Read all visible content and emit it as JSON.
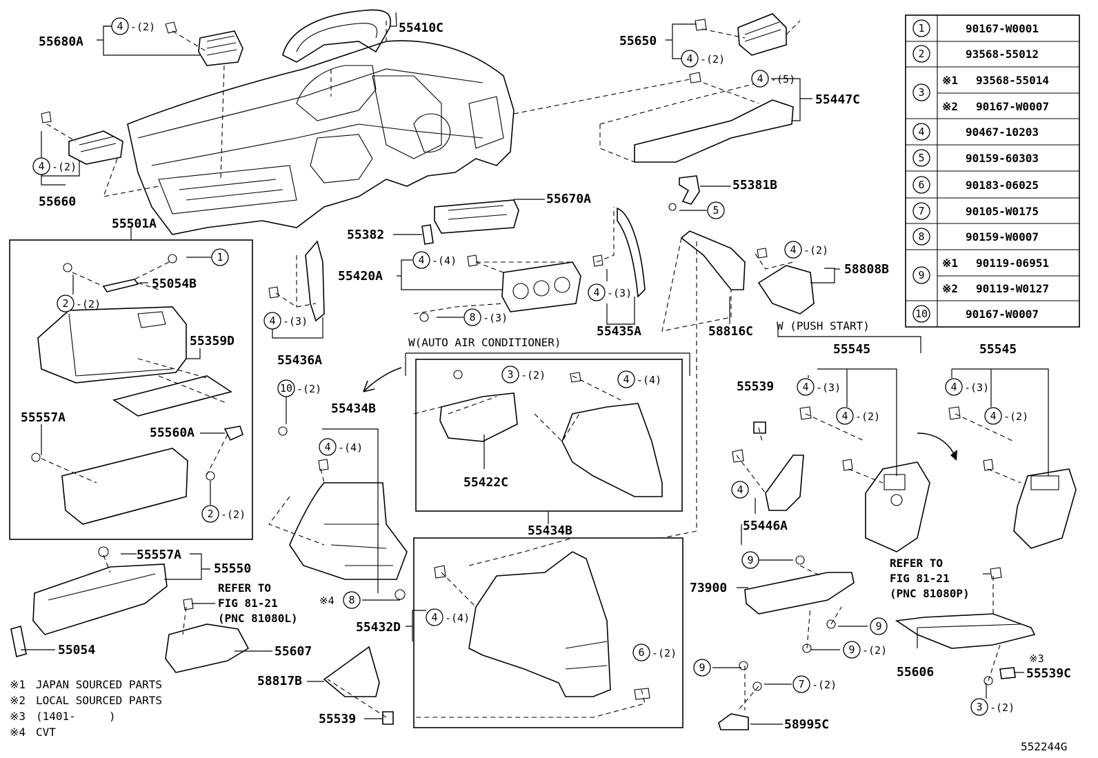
{
  "figure_id": "552244G",
  "table": [
    {
      "key": "1",
      "rows": [
        {
          "mark": "",
          "part": "90167-W0001"
        }
      ]
    },
    {
      "key": "2",
      "rows": [
        {
          "mark": "",
          "part": "93568-55012"
        }
      ]
    },
    {
      "key": "3",
      "rows": [
        {
          "mark": "※1",
          "part": "93568-55014"
        },
        {
          "mark": "※2",
          "part": "90167-W0007"
        }
      ]
    },
    {
      "key": "4",
      "rows": [
        {
          "mark": "",
          "part": "90467-10203"
        }
      ]
    },
    {
      "key": "5",
      "rows": [
        {
          "mark": "",
          "part": "90159-60303"
        }
      ]
    },
    {
      "key": "6",
      "rows": [
        {
          "mark": "",
          "part": "90183-06025"
        }
      ]
    },
    {
      "key": "7",
      "rows": [
        {
          "mark": "",
          "part": "90105-W0175"
        }
      ]
    },
    {
      "key": "8",
      "rows": [
        {
          "mark": "",
          "part": "90159-W0007"
        }
      ]
    },
    {
      "key": "9",
      "rows": [
        {
          "mark": "※1",
          "part": "90119-06951"
        },
        {
          "mark": "※2",
          "part": "90119-W0127"
        }
      ]
    },
    {
      "key": "10",
      "rows": [
        {
          "mark": "",
          "part": "90167-W0007"
        }
      ]
    }
  ],
  "parts": {
    "p55680A": "55680A",
    "p55410C": "55410C",
    "p55650": "55650",
    "p55447C": "55447C",
    "p55660": "55660",
    "p55501A": "55501A",
    "p55054B": "55054B",
    "p55359D": "55359D",
    "p55557A_a": "55557A",
    "p55560A": "55560A",
    "p55381B": "55381B",
    "p55670A": "55670A",
    "p55382": "55382",
    "p55420A": "55420A",
    "p55436A": "55436A",
    "p55435A": "55435A",
    "p58816C": "58816C",
    "p58808B": "58808B",
    "p55434B_a": "55434B",
    "p55434B_b": "55434B",
    "p55422C": "55422C",
    "p55545_a": "55545",
    "p55545_b": "55545",
    "p55539_a": "55539",
    "p55446A": "55446A",
    "p55557A_b": "55557A",
    "p55550": "55550",
    "p55054": "55054",
    "p55607": "55607",
    "p58817B": "58817B",
    "p55539_b": "55539",
    "p55432D": "55432D",
    "p73900": "73900",
    "p58995C": "58995C",
    "p55606": "55606",
    "p55539C": "55539C"
  },
  "qty": {
    "q55680A": "-(2)",
    "q55650": "-(2)",
    "q55447C": "-(5)",
    "q55660": "-(2)",
    "q55054B": "-(2)",
    "q55560A": "-(2)",
    "q10": "-(2)",
    "q55420A": "-(4)",
    "q8top": "-(3)",
    "q55436A": "-(3)",
    "q55435A": "-(3)",
    "q58808B": "-(2)",
    "q55434B": "-(4)",
    "q3ac": "-(2)",
    "q4ac": "-(4)",
    "q55545a1": "-(3)",
    "q55545a2": "-(2)",
    "q55545b1": "-(3)",
    "q55545b2": "-(2)",
    "q6": "-(2)",
    "q55432D": "-(4)",
    "q9b": "-(2)",
    "q7": "-(2)",
    "q3b": "-(2)"
  },
  "conditions": {
    "auto_ac": "W(AUTO AIR CONDITIONER)",
    "push_start": "W (PUSH  START)"
  },
  "refs": {
    "left": [
      "REFER TO",
      "FIG 81-21",
      "(PNC 81080L)"
    ],
    "right": [
      "REFER TO",
      "FIG 81-21",
      "(PNC 81080P)"
    ]
  },
  "marks": {
    "m3": "※3",
    "m4": "※4"
  },
  "notes": [
    {
      "mark": "※1",
      "text": "JAPAN SOURCED PARTS"
    },
    {
      "mark": "※2",
      "text": "LOCAL SOURCED PARTS"
    },
    {
      "mark": "※3",
      "text": "(1401-     )"
    },
    {
      "mark": "※4",
      "text": "CVT"
    }
  ]
}
